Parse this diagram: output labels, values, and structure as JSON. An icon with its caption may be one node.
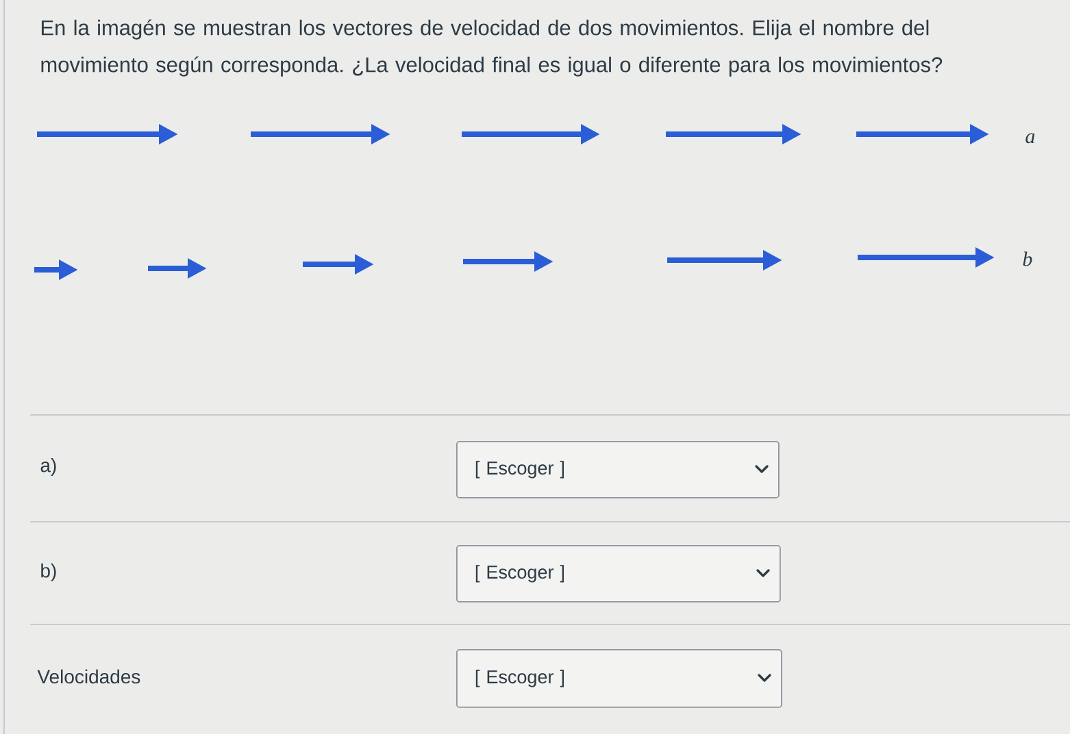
{
  "diagram": {
    "title": "En la imagén se muestran los vectores de velocidad de dos movimientos. Elija el nombre del movimiento según corresponda. ¿La velocidad final es igual o diferente para los movimientos?",
    "nodes": [
      {
        "text": [
          "[ Escoger ]"
        ]
      },
      {
        "text": [
          "[ Escoger ]"
        ]
      },
      {
        "text": [
          "[ Escoger ]"
        ]
      }
    ],
    "labels": [
      "a",
      "b",
      "a)",
      "b)",
      "Velocidades"
    ]
  }
}
